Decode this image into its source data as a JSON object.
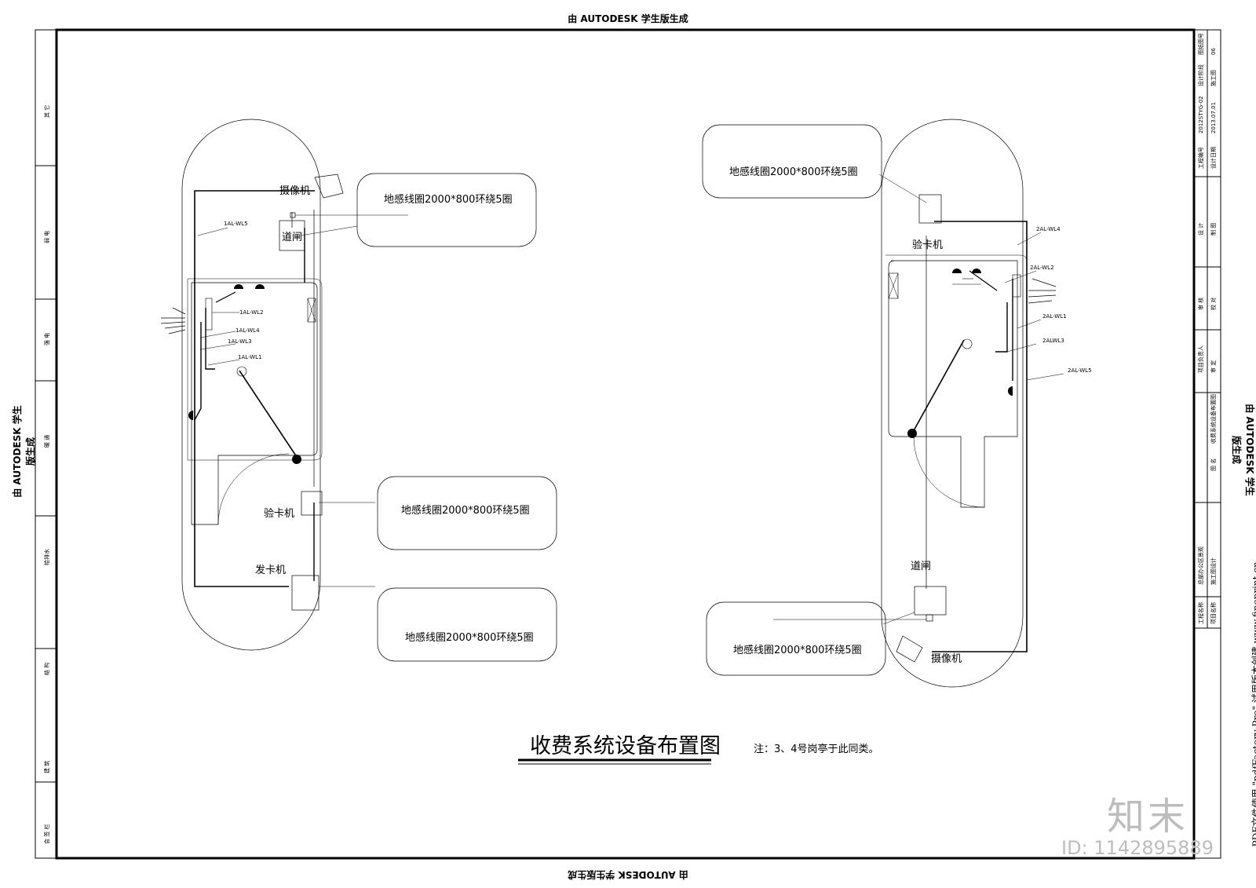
{
  "stamps": {
    "top": "由 AUTODESK 学生版生成",
    "bottom": "由 AUTODESK 学生版生成",
    "left": "由 AUTODESK 学生版生成",
    "right": "由 AUTODESK 学生版生成"
  },
  "title": "收费系统设备布置图",
  "note": "注：3、4号岗亭于此同类。",
  "left_booth": {
    "camera": "摄像机",
    "gate": "道闸",
    "card_reader": "验卡机",
    "card_issuer": "发卡机",
    "loop_top": "地感线圈2000*800环绕5圈",
    "loop_mid": "地感线圈2000*800环绕5圈",
    "loop_bottom": "地感线圈2000*800环绕5圈",
    "wires": [
      "1AL-WL5",
      "1AL-WL2",
      "1AL-WL4",
      "1AL-WL3",
      "1AL-WL1"
    ]
  },
  "right_booth": {
    "card_reader": "验卡机",
    "gate": "道闸",
    "camera": "摄像机",
    "loop_top": "地感线圈2000*800环绕5圈",
    "loop_bottom": "地感线圈2000*800环绕5圈",
    "wires": [
      "2AL-WL4",
      "2AL-WL2",
      "2AL-WL1",
      "2ALWL3",
      "2AL-WL5"
    ]
  },
  "title_block": {
    "design_stage_label": "设计阶段",
    "design_stage": "施工图",
    "drawing_no_label": "图纸图号",
    "drawing_no": "06",
    "project_no_label": "工程编号",
    "project_no": "2012STYG-02",
    "design_date_label": "设计日期",
    "design_date": "2013.07.01",
    "design_label": "设 计",
    "drafting_label": "制 图",
    "review_label": "审 核",
    "check_label": "校 对",
    "pm_label": "项目负责人",
    "approve_label": "审 定",
    "drawing_name_label": "图 名",
    "drawing_name": "收费系统设备布置图",
    "project_name_label": "工程名称",
    "project_name": "总部办公区景观",
    "item_name_label": "项目名称",
    "item_name": "施工图设计"
  },
  "side_strip": [
    "其 它",
    "弱 电",
    "强 电",
    "暖 通",
    "给排水",
    "结 构",
    "建 筑",
    "会 签 栏"
  ],
  "pdf_note": "PDF文件使用 \"pdfFactory Pro\" 试用版本创建 www.fineprint.cn",
  "brand": {
    "logo": "知末",
    "id": "ID: 1142895889"
  },
  "colors": {
    "line": "#000000",
    "watermark": "#d0d0d0"
  }
}
